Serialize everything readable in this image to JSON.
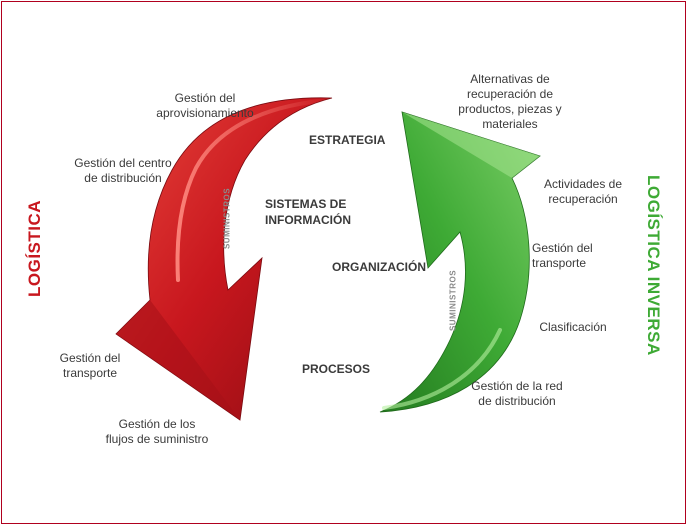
{
  "colors": {
    "border": "#b0001e",
    "logistics": "#c8171e",
    "reverse_logistics": "#3eaa35",
    "text": "#3a3a3a",
    "supply_label": "#8a8a8a"
  },
  "left_title": "LOGÍSTICA",
  "right_title": "LOGÍSTICA INVERSA",
  "left_supply_label": "SUMINISTROS",
  "right_supply_label": "SUMINISTROS",
  "center": {
    "estrategia": "ESTRATEGIA",
    "sistemas": "SISTEMAS DE\nINFORMACIÓN",
    "organizacion": "ORGANIZACIÓN",
    "procesos": "PROCESOS"
  },
  "left_items": {
    "aprovisionamiento": "Gestión del\naprovisionamiento",
    "centro_distribucion": "Gestión del centro\nde distribución",
    "transporte": "Gestión del\ntransporte",
    "flujos": "Gestión de los\nflujos de suministro"
  },
  "right_items": {
    "alternativas": "Alternativas de\nrecuperación de\nproductos, piezas y\nmateriales",
    "actividades": "Actividades de\nrecuperación",
    "transporte": "Gestión del\ntransporte",
    "clasificacion": "Clasificación",
    "red_distribucion": "Gestión de la red\nde distribución"
  }
}
